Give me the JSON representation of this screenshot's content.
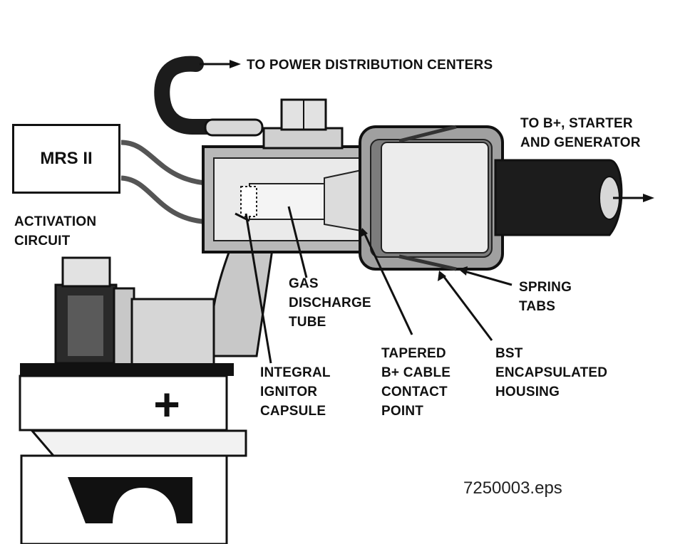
{
  "labels": {
    "to_power_distribution": "TO POWER DISTRIBUTION CENTERS",
    "to_b_plus": [
      "TO B+, STARTER",
      "AND GENERATOR"
    ],
    "mrs": "MRS II",
    "activation_circuit": [
      "ACTIVATION",
      "CIRCUIT"
    ],
    "gas_discharge_tube": [
      "GAS",
      "DISCHARGE",
      "TUBE"
    ],
    "spring_tabs": [
      "SPRING",
      "TABS"
    ],
    "integral_ignitor_capsule": [
      "INTEGRAL",
      "IGNITOR",
      "CAPSULE"
    ],
    "tapered_contact_point": [
      "TAPERED",
      "B+ CABLE",
      "CONTACT",
      "POINT"
    ],
    "bst_housing": [
      "BST",
      "ENCAPSULATED",
      "HOUSING"
    ],
    "battery_polarity": "+"
  },
  "filename": "7250003.eps",
  "colors": {
    "ink": "#111111",
    "metal_light": "#e6e6e6",
    "metal_mid": "#c4c4c4",
    "metal_dark": "#8a8a8a",
    "cable": "#1c1c1c"
  }
}
